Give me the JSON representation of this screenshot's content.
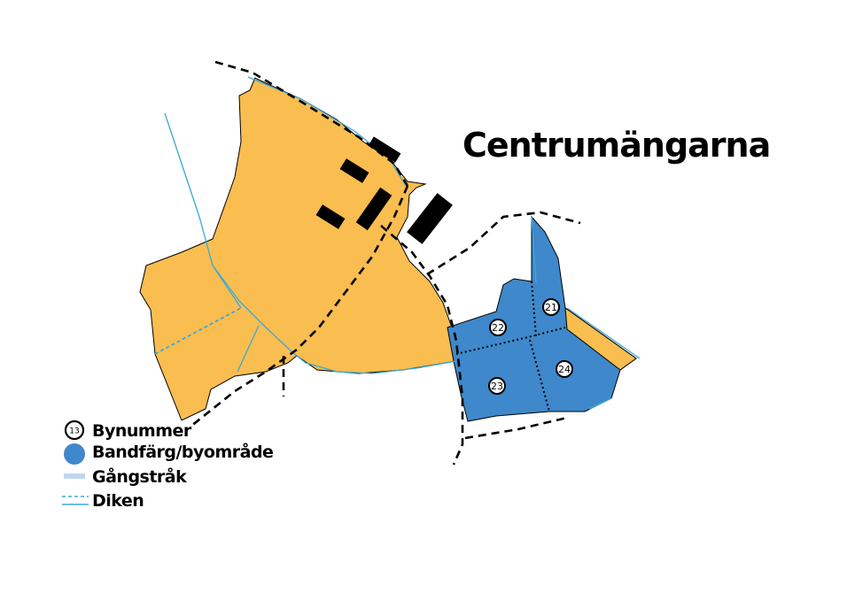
{
  "map": {
    "title": "Centrumängarna",
    "colors": {
      "orange_area": "#F9BD50",
      "blue_area": "#3F88CB",
      "ditch": "#3BA8D8",
      "walkway": "#BFD8F0",
      "building": "#000000",
      "road": "#000000"
    },
    "plot_numbers": [
      "21",
      "22",
      "23",
      "24"
    ]
  },
  "legend": {
    "items": [
      {
        "icon": "plot-number-badge-icon",
        "badge_text": "13",
        "label": "Bynummer"
      },
      {
        "icon": "band-color-dot-icon",
        "label": "Bandfärg/byområde"
      },
      {
        "icon": "walkway-line-icon",
        "label": "Gångstråk"
      },
      {
        "icon": "ditch-line-icon",
        "label": "Diken"
      }
    ]
  }
}
